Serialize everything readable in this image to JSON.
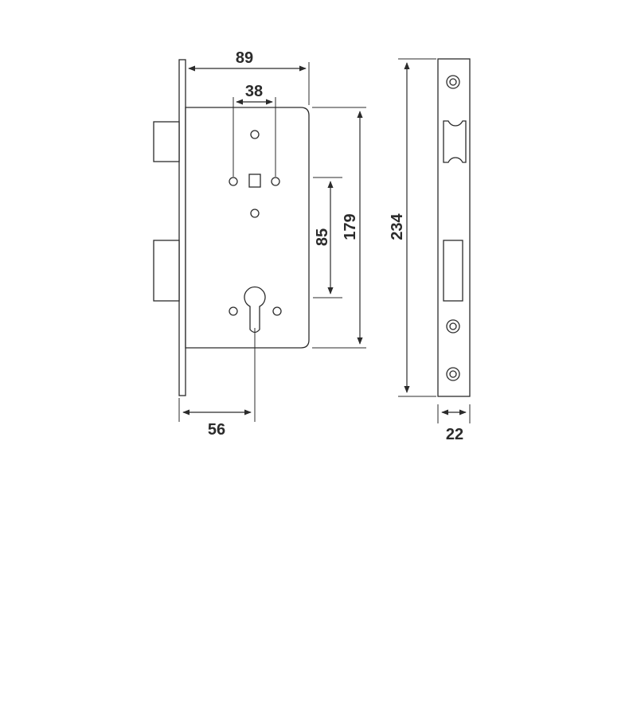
{
  "dimensions": {
    "case_depth": "89",
    "hole_spacing": "38",
    "handle_to_cylinder": "85",
    "case_height": "179",
    "faceplate_height": "234",
    "backset": "56",
    "faceplate_width": "22"
  },
  "colors": {
    "line": "#2b2b2b",
    "background": "#ffffff"
  }
}
